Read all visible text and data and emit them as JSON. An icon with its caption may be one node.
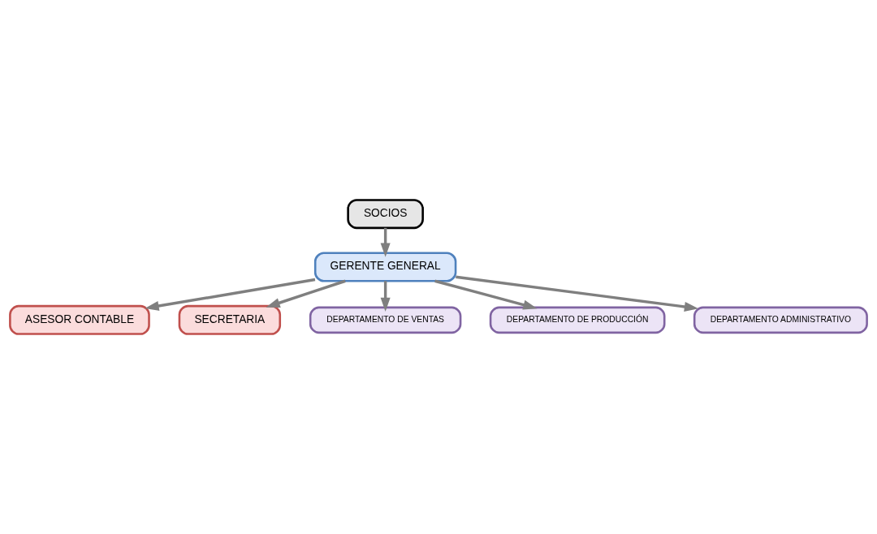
{
  "diagram": {
    "nodes": [
      {
        "text": [
          "SOCIOS"
        ]
      },
      {
        "text": [
          "GERENTE GENERAL"
        ]
      },
      {
        "text": [
          "ASESOR CONTABLE"
        ]
      },
      {
        "text": [
          "SECRETARIA"
        ]
      },
      {
        "text": [
          "DEPARTAMENTO DE VENTAS"
        ]
      },
      {
        "text": [
          "DEPARTAMENTO DE PRODUCCIÓN"
        ]
      },
      {
        "text": [
          "DEPARTAMENTO ADMINISTRATIVO"
        ]
      }
    ],
    "edges": [
      {
        "from": 0,
        "to": 1,
        "arrow": "to"
      },
      {
        "from": 1,
        "to": 2,
        "arrow": "to"
      },
      {
        "from": 1,
        "to": 3,
        "arrow": "to"
      },
      {
        "from": 1,
        "to": 4,
        "arrow": "to"
      },
      {
        "from": 1,
        "to": 5,
        "arrow": "to"
      },
      {
        "from": 1,
        "to": 6,
        "arrow": "to"
      }
    ]
  }
}
